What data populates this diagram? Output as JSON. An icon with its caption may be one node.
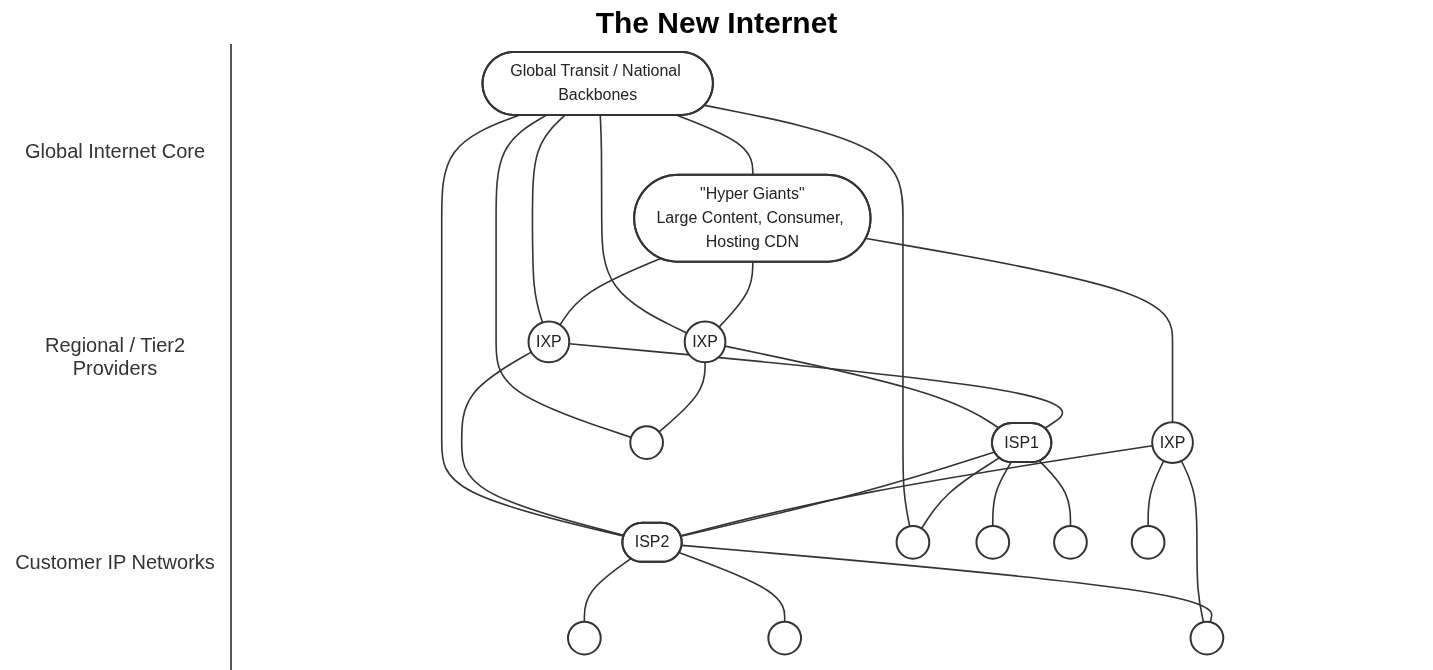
{
  "diagram": {
    "title": "The New Internet",
    "nodes": [
      {
        "text": [
          "Global Transit / National Backbones"
        ]
      },
      {
        "text": [
          "\"Hyper Giants\"",
          "Large Content, Consumer, Hosting CDN"
        ]
      },
      {
        "text": [
          "IXP"
        ]
      },
      {
        "text": [
          "IXP"
        ]
      },
      {
        "text": [
          "IXP"
        ]
      },
      {
        "text": [
          "ISP1"
        ]
      },
      {
        "text": [
          "ISP2"
        ]
      },
      {
        "text": [],
        "shape": "circle"
      },
      {
        "text": [],
        "shape": "circle"
      },
      {
        "text": [],
        "shape": "circle"
      },
      {
        "text": [],
        "shape": "circle"
      },
      {
        "text": [],
        "shape": "circle"
      },
      {
        "text": [],
        "shape": "circle"
      },
      {
        "text": [],
        "shape": "circle"
      },
      {
        "text": [],
        "shape": "circle"
      }
    ],
    "edges": [
      {
        "from": 0,
        "to": 1,
        "arrow": "none"
      },
      {
        "from": 0,
        "to": 2,
        "arrow": "none"
      },
      {
        "from": 0,
        "to": 3,
        "arrow": "none"
      },
      {
        "from": 0,
        "to": 6,
        "arrow": "none"
      },
      {
        "from": 0,
        "to": 7,
        "arrow": "none"
      },
      {
        "from": 0,
        "to": 8,
        "arrow": "none"
      },
      {
        "from": 1,
        "to": 2,
        "arrow": "none"
      },
      {
        "from": 1,
        "to": 3,
        "arrow": "none"
      },
      {
        "from": 1,
        "to": 4,
        "arrow": "none"
      },
      {
        "from": 2,
        "to": 5,
        "arrow": "none"
      },
      {
        "from": 2,
        "to": 7,
        "arrow": "none"
      },
      {
        "from": 3,
        "to": 5,
        "arrow": "none"
      },
      {
        "from": 3,
        "to": 6,
        "arrow": "none"
      },
      {
        "from": 4,
        "to": 6,
        "arrow": "none"
      },
      {
        "from": 4,
        "to": 13,
        "arrow": "none"
      },
      {
        "from": 4,
        "to": 14,
        "arrow": "none"
      },
      {
        "from": 5,
        "to": 6,
        "arrow": "none"
      },
      {
        "from": 5,
        "to": 8,
        "arrow": "none"
      },
      {
        "from": 5,
        "to": 9,
        "arrow": "none"
      },
      {
        "from": 5,
        "to": 10,
        "arrow": "none"
      },
      {
        "from": 6,
        "to": 11,
        "arrow": "none"
      },
      {
        "from": 6,
        "to": 12,
        "arrow": "none"
      },
      {
        "from": 6,
        "to": 13,
        "arrow": "none"
      }
    ],
    "labels": [
      "Global Internet Core",
      "Regional / Tier2 Providers",
      "Customer IP Networks"
    ]
  }
}
